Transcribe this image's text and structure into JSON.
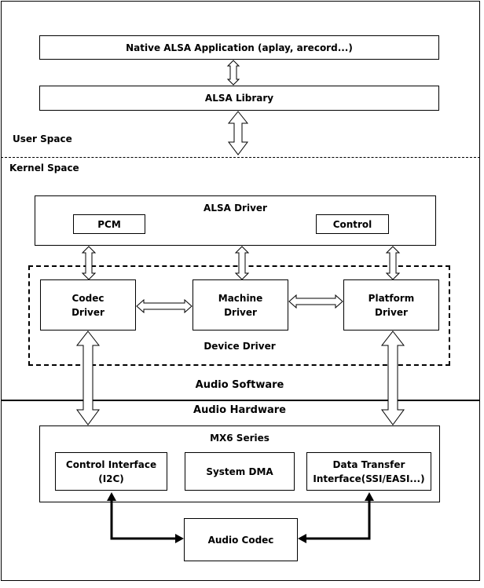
{
  "top_app": "Native ALSA Application (aplay, arecord...)",
  "alsa_library": "ALSA Library",
  "user_space": "User Space",
  "kernel_space": "Kernel Space",
  "alsa_driver": {
    "title": "ALSA Driver",
    "pcm": "PCM",
    "control": "Control"
  },
  "device_driver": {
    "label": "Device Driver",
    "codec": "Codec\nDriver",
    "machine": "Machine\nDriver",
    "platform": "Platform\nDriver"
  },
  "audio_software": "Audio Software",
  "audio_hardware": "Audio Hardware",
  "mx6": {
    "title": "MX6 Series",
    "control_interface": "Control Interface\n(I2C)",
    "system_dma": "System DMA",
    "data_transfer": "Data Transfer\nInterface(SSI/EASI...)"
  },
  "audio_codec": "Audio Codec"
}
